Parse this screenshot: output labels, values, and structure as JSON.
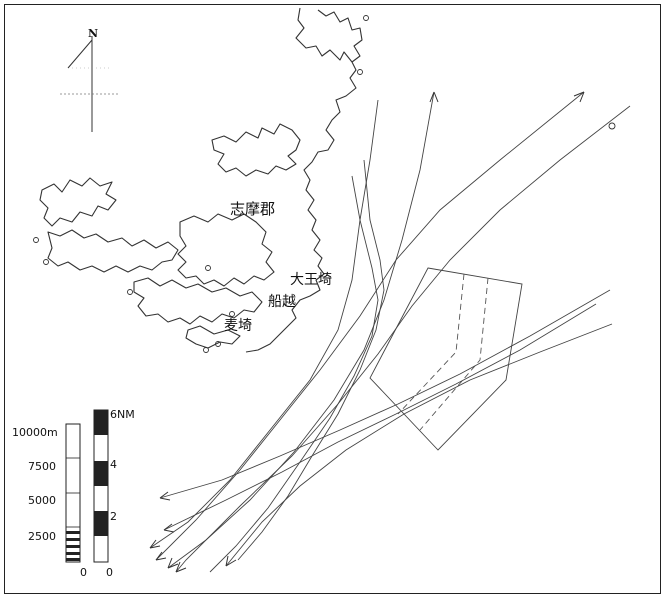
{
  "north": {
    "label": "N"
  },
  "places": {
    "district": "志摩郡",
    "cape": "大王埼",
    "funakoshi": "船越",
    "mugisaki": "麦埼"
  },
  "scale_metric": {
    "labels": [
      "10000m",
      "7500",
      "5000",
      "2500",
      "0"
    ]
  },
  "scale_nautical": {
    "labels": [
      "6NM",
      "4",
      "2",
      "0"
    ]
  }
}
